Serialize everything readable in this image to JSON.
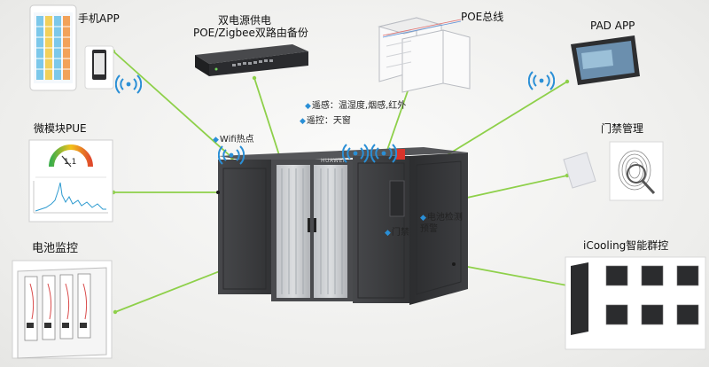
{
  "labels": {
    "mobile_app": "手机APP",
    "power_title_1": "双电源供电",
    "power_title_2": "POE/Zigbee双路由备份",
    "poe_bus": "POE总线",
    "pad_app": "PAD APP",
    "micro_pue": "微模块PUE",
    "access_mgmt": "门禁管理",
    "battery_monitor": "电池监控",
    "icooling": "iCooling智能群控",
    "wifi_hotspot": "Wifi热点",
    "telemetry": "遥感：温湿度,烟感,红外",
    "remote_control": "遥控：天窗",
    "door_access": "门禁",
    "battery_detect": "电池检测",
    "alarm": "预警",
    "brand": "HUAWEI",
    "pue_value": "1.1"
  },
  "colors": {
    "connector": "#8ed04a",
    "wifi": "#2a8fd6",
    "bullet": "#2a8fd6",
    "cabinet": "#3c3d40",
    "alarm_red": "#d9342b"
  }
}
